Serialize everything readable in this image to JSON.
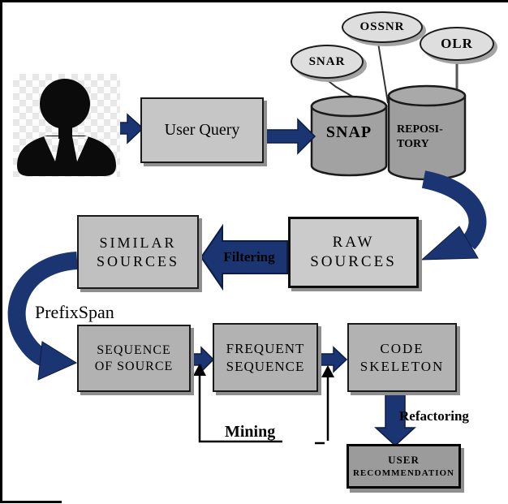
{
  "diagram": {
    "nodes": {
      "user_query": {
        "label": "User Query"
      },
      "snap": {
        "label": "SNAP"
      },
      "repository": {
        "line1": "REPOSI-",
        "line2": "TORY"
      },
      "snar": {
        "label": "SNAR"
      },
      "ossnr": {
        "label": "OSSNR"
      },
      "olr": {
        "label": "OLR"
      },
      "raw_sources": {
        "line1": "RAW",
        "line2": "SOURCES"
      },
      "similar_sources": {
        "line1": "SIMILAR",
        "line2": "SOURCES"
      },
      "sequence_of_source": {
        "line1": "SEQUENCE",
        "line2": "OF SOURCE"
      },
      "frequent_sequence": {
        "line1": "FREQUENT",
        "line2": "SEQUENCE"
      },
      "code_skeleton": {
        "line1": "CODE",
        "line2": "SKELETON"
      },
      "user_recommendation": {
        "line1": "USER",
        "line2": "RECOMMENDATION"
      }
    },
    "labels": {
      "filtering": "Filtering",
      "prefixspan": "PrefixSpan",
      "mining": "Mining",
      "refactoring": "Refactoring"
    },
    "icons": {
      "actor": "person-icon"
    },
    "colors": {
      "arrow_navy": "#1b3572",
      "box_light": "#c9c9c9",
      "box_mid": "#b2b2b2",
      "box_dark": "#9b9b9b",
      "cylinder_gray": "#a2a2a2",
      "ellipse_gray": "#dedede",
      "outline": "#141414"
    }
  }
}
